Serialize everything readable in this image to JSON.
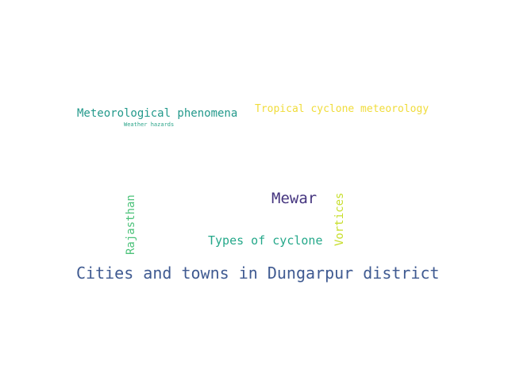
{
  "words": {
    "meteorological_phenomena": {
      "text": "Meteorological phenomena",
      "color": "#23998b"
    },
    "weather_hazards": {
      "text": "Weather hazards",
      "color": "#2ca58a"
    },
    "tropical_cyclone_meteorology": {
      "text": "Tropical cyclone meteorology",
      "color": "#f0dc3a"
    },
    "mewar": {
      "text": "Mewar",
      "color": "#45357f"
    },
    "rajasthan": {
      "text": "Rajasthan",
      "color": "#4cc27a"
    },
    "vortices": {
      "text": "Vortices",
      "color": "#c7de2c"
    },
    "types_of_cyclone": {
      "text": "Types of cyclone",
      "color": "#25a88a"
    },
    "cities_dungarpur": {
      "text": "Cities and towns in Dungarpur district",
      "color": "#3f5a91"
    }
  }
}
